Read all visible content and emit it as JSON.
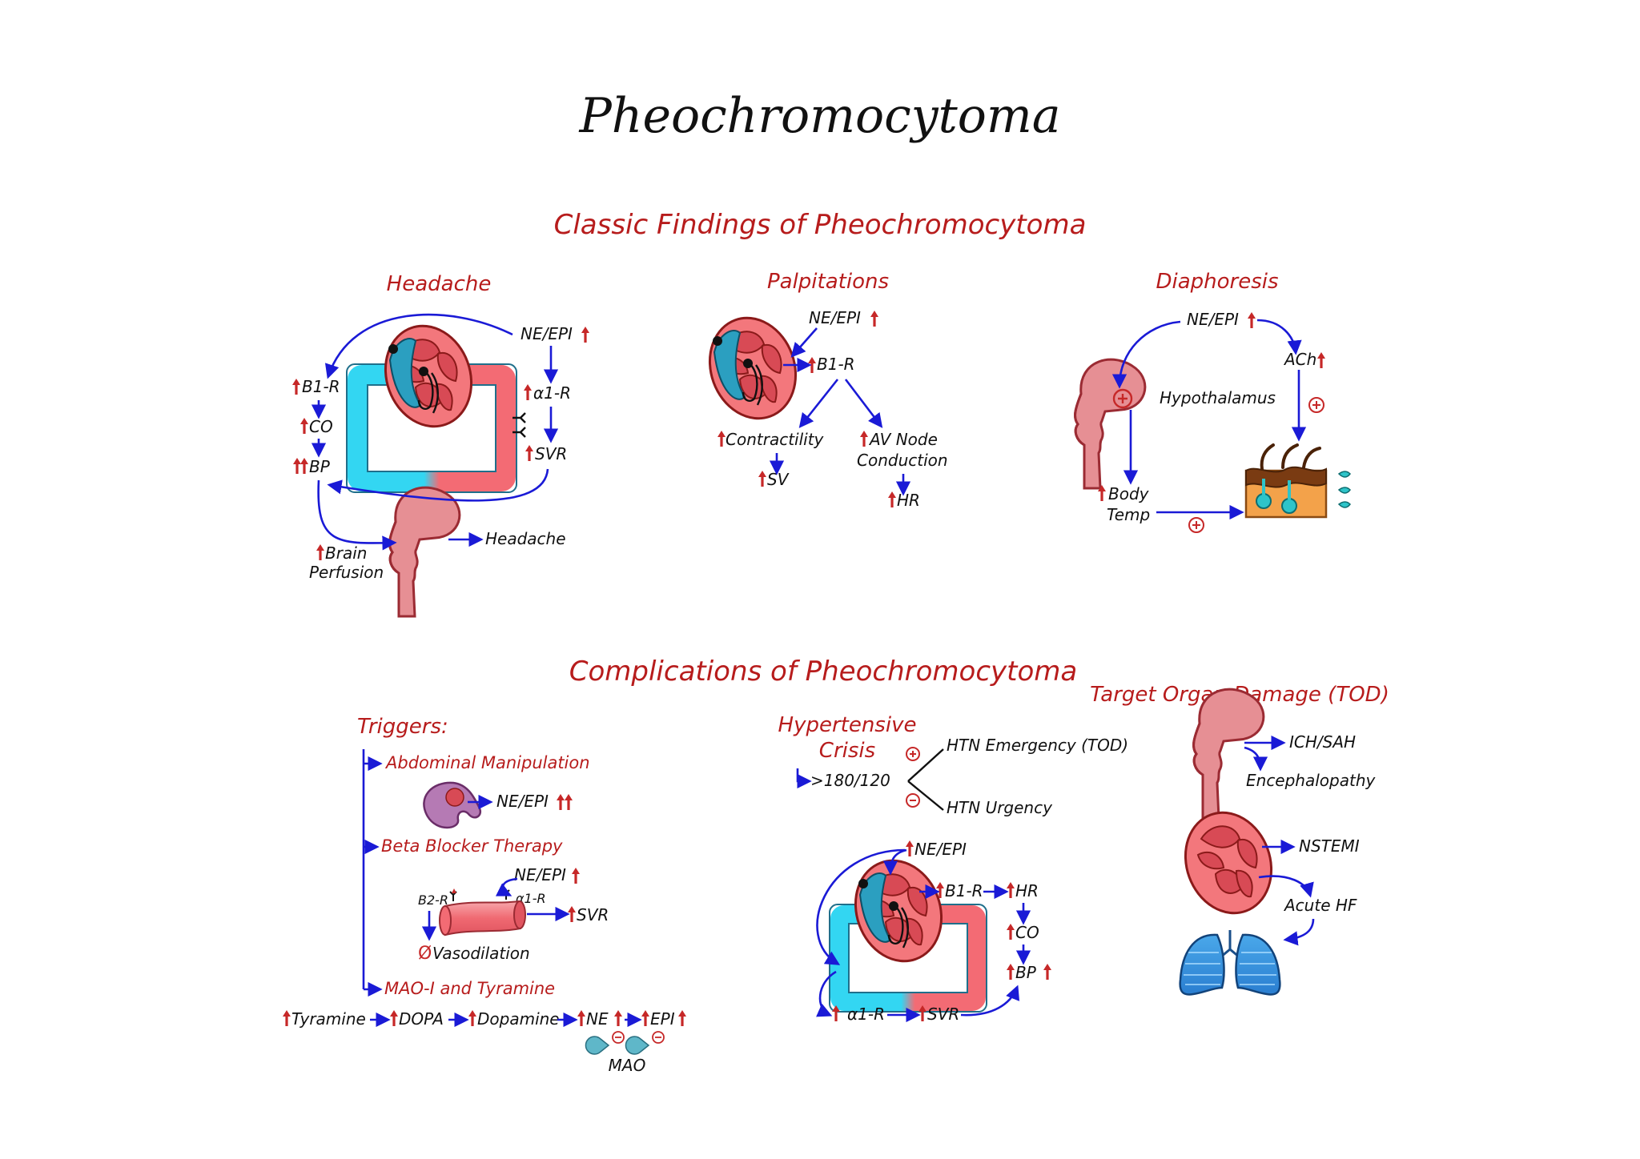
{
  "title": "Pheochromocytoma",
  "classic": {
    "heading": "Classic Findings of Pheochromocytoma",
    "headache": {
      "title": "Headache",
      "ne_epi": "NE/EPI",
      "b1r": "B1-R",
      "co": "CO",
      "bp": "BP",
      "a1r": "α1-R",
      "svr": "SVR",
      "brain_perfusion_1": "Brain",
      "brain_perfusion_2": "Perfusion",
      "result": "Headache"
    },
    "palpitations": {
      "title": "Palpitations",
      "ne_epi": "NE/EPI",
      "b1r": "B1-R",
      "contractility": "Contractility",
      "av_node_1": "AV Node",
      "av_node_2": "Conduction",
      "sv": "SV",
      "hr": "HR"
    },
    "diaphoresis": {
      "title": "Diaphoresis",
      "ne_epi": "NE/EPI",
      "ach": "ACh",
      "hypothalamus": "Hypothalamus",
      "body_temp_1": "Body",
      "body_temp_2": "Temp"
    }
  },
  "complications": {
    "heading": "Complications of Pheochromocytoma",
    "triggers": {
      "title": "Triggers:",
      "abdominal": "Abdominal Manipulation",
      "abdominal_result": "NE/EPI",
      "beta_blocker": "Beta Blocker Therapy",
      "bb_ne_epi": "NE/EPI",
      "bb_b2r": "B2-R",
      "bb_a1r": "α1-R",
      "bb_svr": "SVR",
      "bb_vasodilation": "Vasodilation",
      "mao": "MAO-I and Tyramine",
      "chain": [
        "Tyramine",
        "DOPA",
        "Dopamine",
        "NE",
        "EPI"
      ],
      "mao_label": "MAO"
    },
    "crisis": {
      "title_1": "Hypertensive",
      "title_2": "Crisis",
      "threshold": ">180/120",
      "emergency": "HTN Emergency (TOD)",
      "urgency": "HTN Urgency",
      "ne_epi": "NE/EPI",
      "b1r": "B1-R",
      "hr": "HR",
      "co": "CO",
      "bp": "BP",
      "a1r": "α1-R",
      "svr": "SVR"
    },
    "tod": {
      "title": "Target Organ Damage (TOD)",
      "ich_sah": "ICH/SAH",
      "encephalopathy": "Encephalopathy",
      "nstemi": "NSTEMI",
      "acute_hf": "Acute HF"
    }
  }
}
